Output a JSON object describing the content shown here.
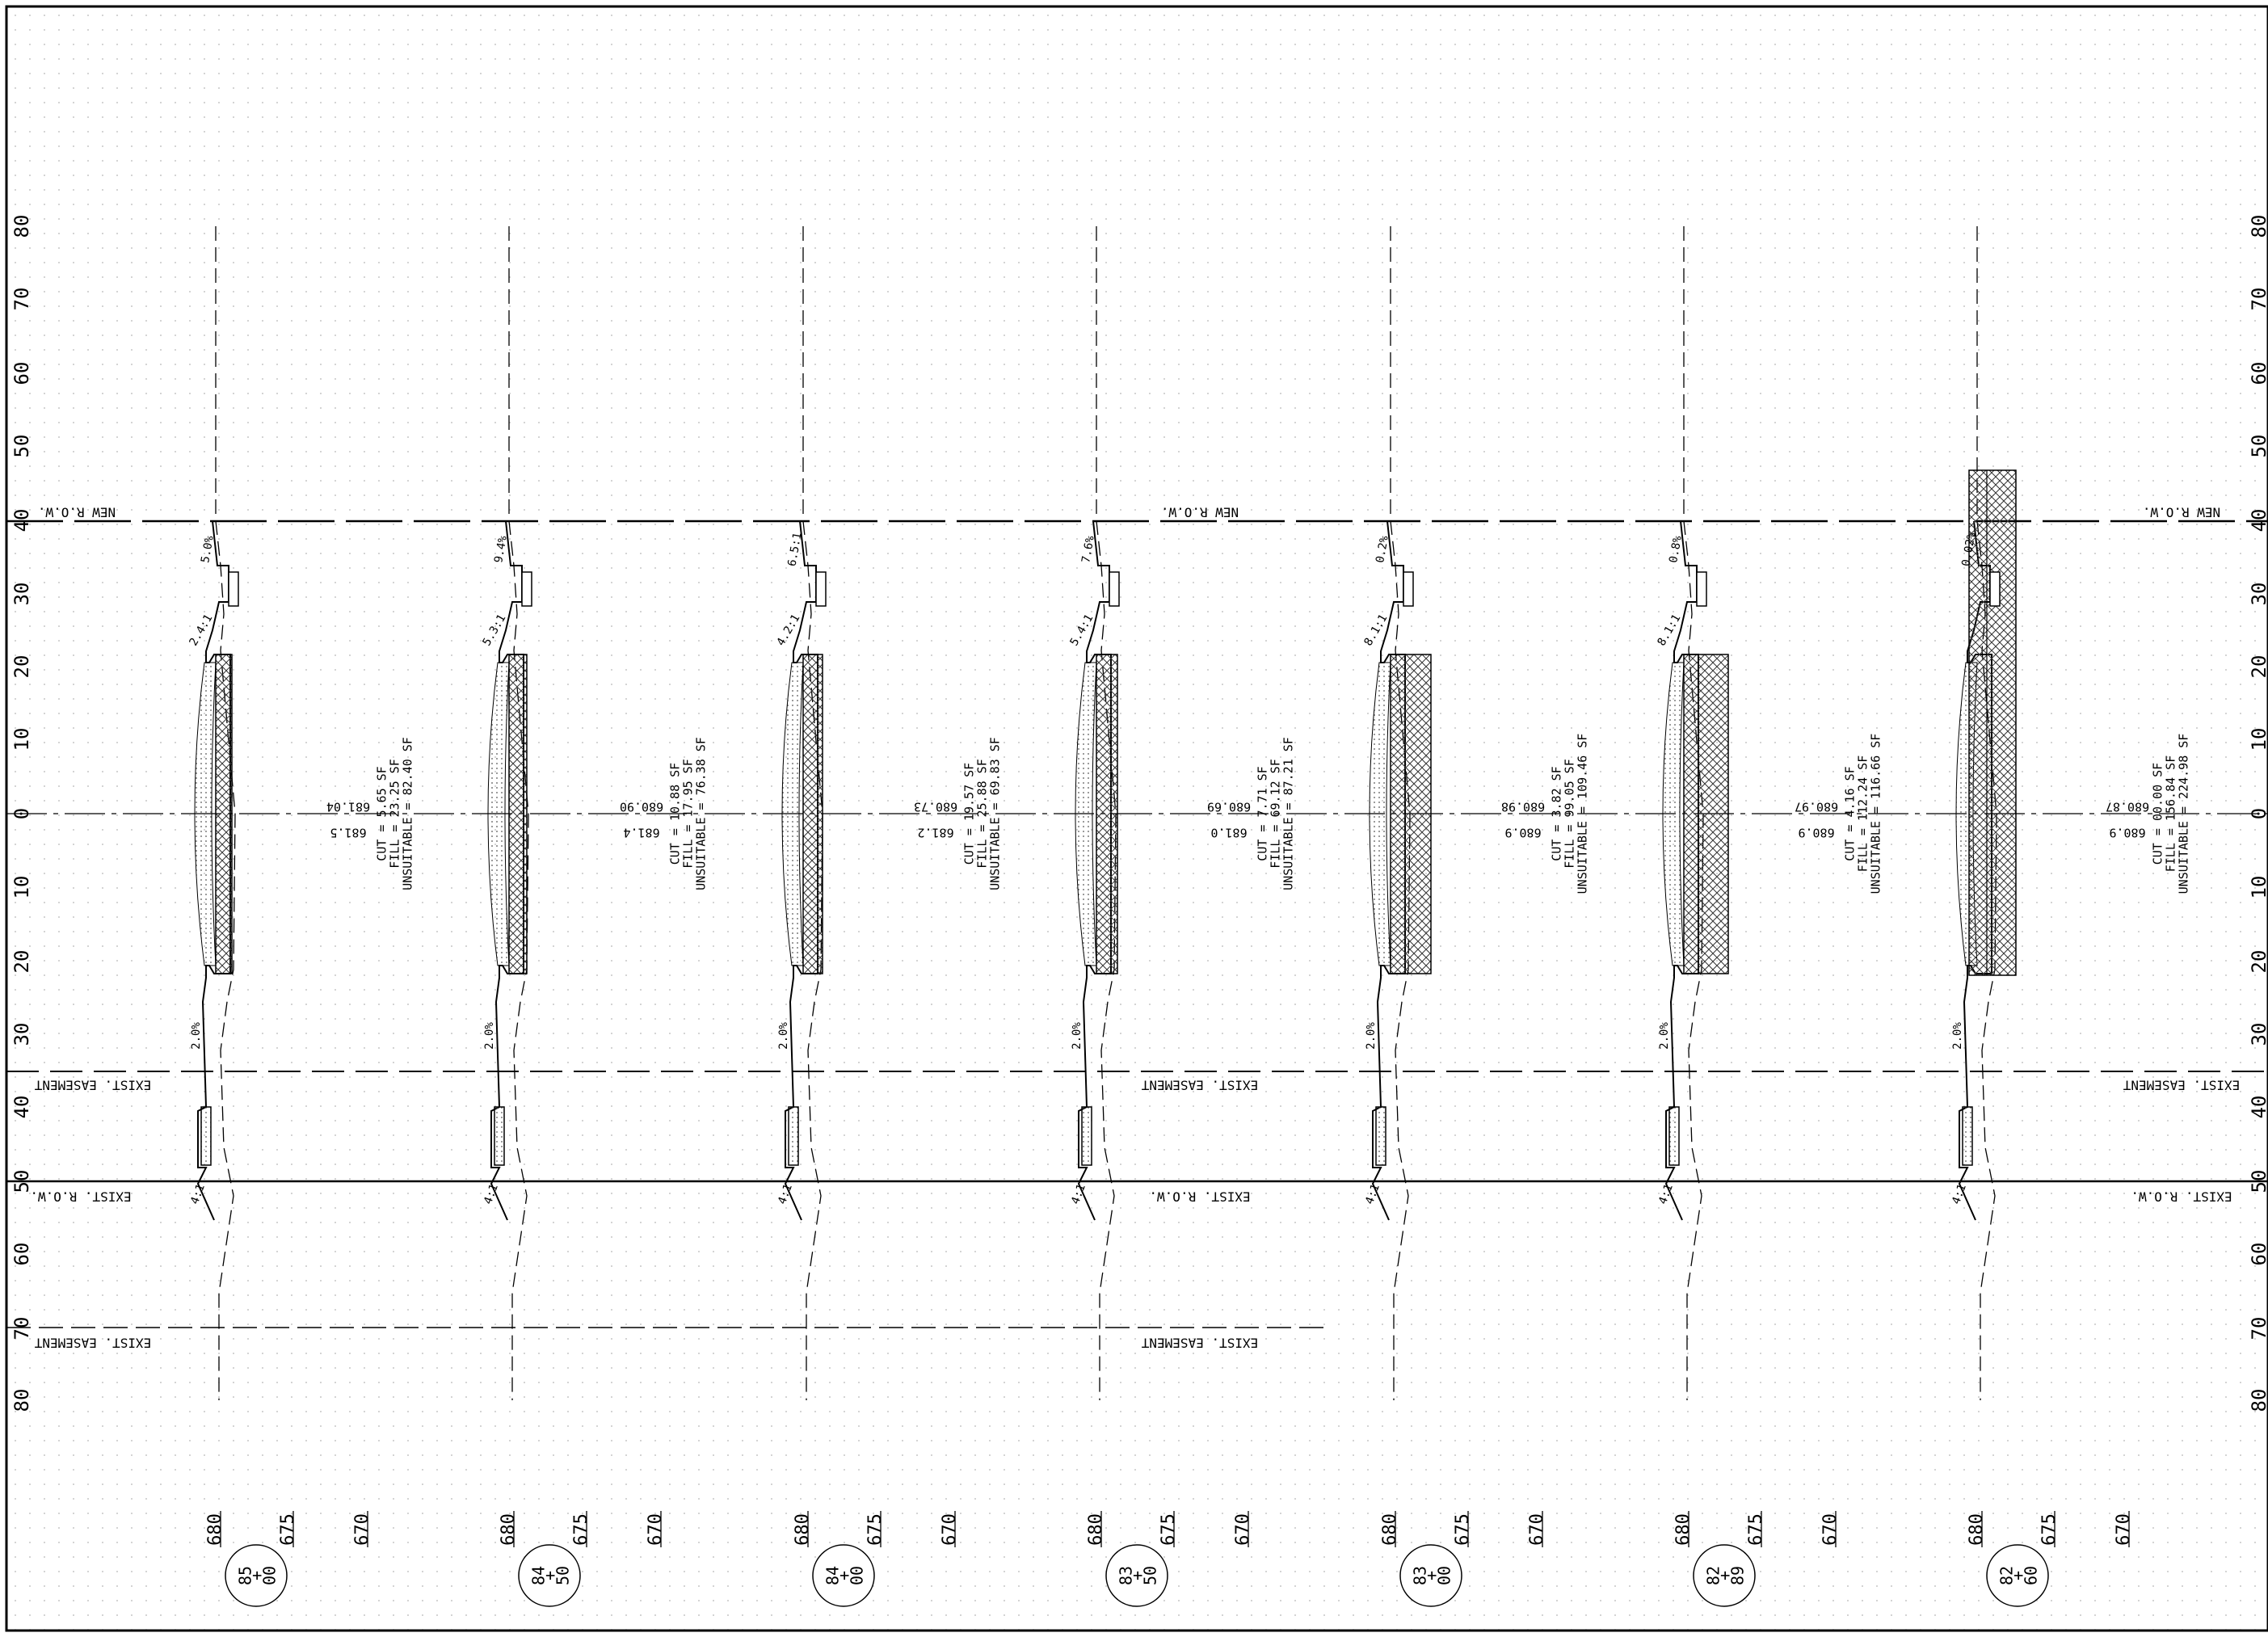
{
  "sheet": {
    "offset_ticks": [
      "80",
      "70",
      "60",
      "50",
      "40",
      "30",
      "20",
      "10",
      "0",
      "10",
      "20",
      "30",
      "40",
      "50",
      "60",
      "70",
      "80"
    ],
    "row_labels": {
      "new_row": "NEW R.O.W.",
      "exist_easement": "EXIST. EASEMENT",
      "exist_row": "EXIST. R.O.W."
    },
    "cut_label": "CUT",
    "fill_label": "FILL",
    "unsuitable_label": "UNSUITABLE",
    "elev_ticks": [
      "680",
      "675",
      "670"
    ]
  },
  "sections": [
    {
      "station_top": "85",
      "station_bottom": "00",
      "top_slope": "2.4:1",
      "top_grade": "5.0%",
      "bottom_grade": "2.0%",
      "bottom_slope": "4:1",
      "elev_left": "681.5",
      "elev_right": "681.04",
      "cut": "5.65 SF",
      "fill": "23.25 SF",
      "unsuitable": "82.40 SF"
    },
    {
      "station_top": "84",
      "station_bottom": "50",
      "top_slope": "5.3:1",
      "top_grade": "9.4%",
      "bottom_grade": "2.0%",
      "bottom_slope": "4:1",
      "elev_left": "681.4",
      "elev_right": "680.90",
      "cut": "10.88 SF",
      "fill": "17.95 SF",
      "unsuitable": "76.38 SF"
    },
    {
      "station_top": "84",
      "station_bottom": "00",
      "top_slope": "4.2:1",
      "top_grade": "6.5:1",
      "bottom_grade": "2.0%",
      "bottom_slope": "4:1",
      "elev_left": "681.2",
      "elev_right": "680.73",
      "cut": "19.57 SF",
      "fill": "25.88 SF",
      "unsuitable": "69.83 SF"
    },
    {
      "station_top": "83",
      "station_bottom": "50",
      "top_slope": "5.4:1",
      "top_grade": "7.6%",
      "bottom_grade": "2.0%",
      "bottom_slope": "4:1",
      "elev_left": "681.0",
      "elev_right": "680.69",
      "cut": "7.71 SF",
      "fill": "69.12 SF",
      "unsuitable": "87.21 SF"
    },
    {
      "station_top": "83",
      "station_bottom": "00",
      "top_slope": "8.1:1",
      "top_grade": "0.2%",
      "bottom_grade": "2.0%",
      "bottom_slope": "4:1",
      "elev_left": "680.9",
      "elev_right": "680.98",
      "cut": "3.82 SF",
      "fill": "99.05 SF",
      "unsuitable": "109.46 SF"
    },
    {
      "station_top": "82",
      "station_bottom": "89",
      "top_slope": "8.1:1",
      "top_grade": "0.8%",
      "bottom_grade": "2.0%",
      "bottom_slope": "4:1",
      "elev_left": "680.9",
      "elev_right": "680.97",
      "cut": "4.16 SF",
      "fill": "112.24 SF",
      "unsuitable": "116.66 SF"
    },
    {
      "station_top": "82",
      "station_bottom": "60",
      "top_slope": "",
      "top_grade": "0.02%",
      "bottom_grade": "2.0%",
      "bottom_slope": "4:1",
      "elev_left": "680.9",
      "elev_right": "680.87",
      "cut": "00.00 SF",
      "fill": "156.84 SF",
      "unsuitable": "224.98 SF"
    }
  ]
}
